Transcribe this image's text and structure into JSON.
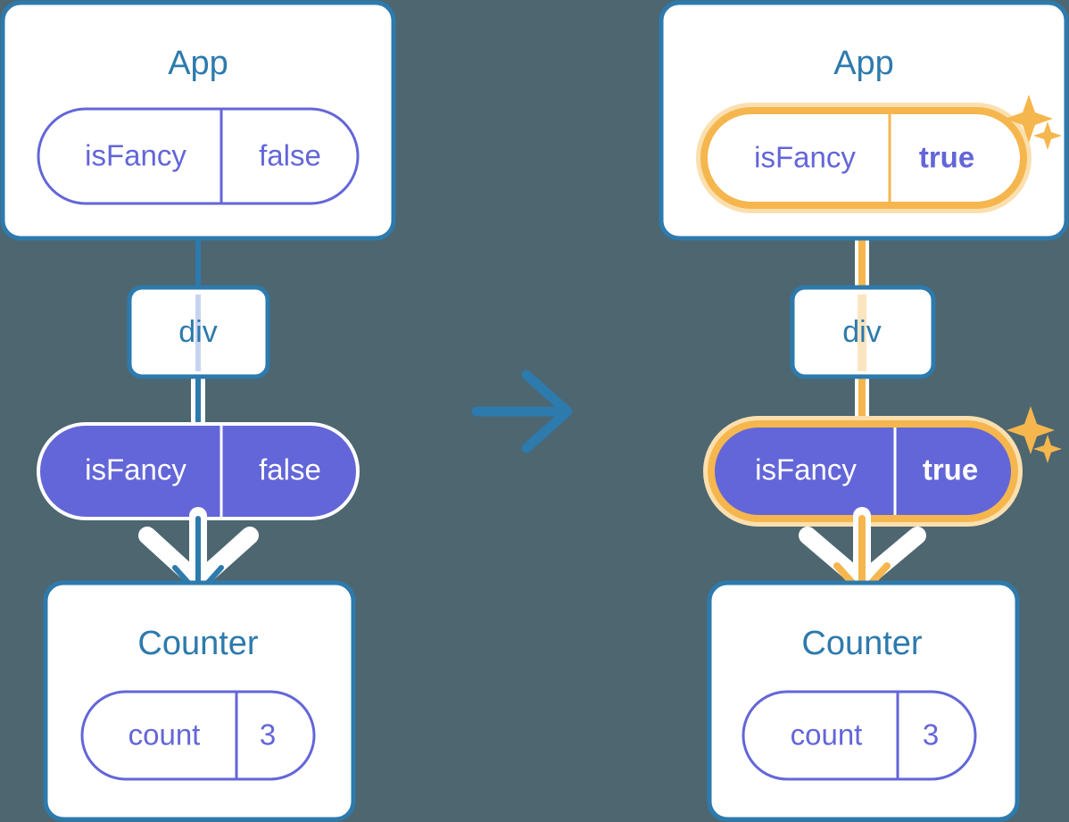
{
  "meta": {
    "title": "React state update propagation diagram",
    "background_color": "#4d6670",
    "accent_blue": "#2d7aad",
    "accent_purple": "#6366d8",
    "accent_orange": "#f5b64e",
    "accent_orange_light": "#fbdfae",
    "white": "#ffffff"
  },
  "before": {
    "app": {
      "title": "App",
      "state": {
        "key": "isFancy",
        "value": "false",
        "highlighted": false
      }
    },
    "div": {
      "label": "div"
    },
    "prop": {
      "key": "isFancy",
      "value": "false",
      "highlighted": false
    },
    "counter": {
      "title": "Counter",
      "state": {
        "key": "count",
        "value": "3",
        "highlighted": false
      }
    }
  },
  "transition": {
    "icon": "arrow-right-icon",
    "direction": "right"
  },
  "after": {
    "app": {
      "title": "App",
      "state": {
        "key": "isFancy",
        "value": "true",
        "highlighted": true
      }
    },
    "div": {
      "label": "div"
    },
    "prop": {
      "key": "isFancy",
      "value": "true",
      "highlighted": true
    },
    "counter": {
      "title": "Counter",
      "state": {
        "key": "count",
        "value": "3",
        "highlighted": false
      }
    },
    "sparkles": [
      {
        "name": "sparkle-large-top",
        "size": "large"
      },
      {
        "name": "sparkle-small-bottom",
        "size": "small"
      }
    ]
  }
}
